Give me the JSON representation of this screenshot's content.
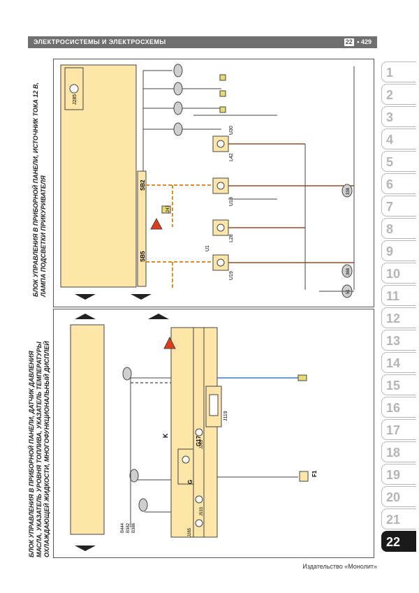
{
  "header": {
    "section_title": "ЭЛЕКТРОСИСТЕМЫ И ЭЛЕКТРОСХЕМЫ",
    "chapter": "22",
    "separator": "•",
    "page": "429"
  },
  "tabs": [
    "1",
    "2",
    "3",
    "4",
    "5",
    "6",
    "7",
    "8",
    "9",
    "10",
    "11",
    "12",
    "13",
    "14",
    "15",
    "16",
    "17",
    "18",
    "19",
    "20",
    "21",
    "22"
  ],
  "active_tab": "22",
  "diagram_top": {
    "title_line1": "БЛОК УПРАВЛЕНИЯ В ПРИБОРНОЙ ПАНЕЛИ, ИСТОЧНИК ТОКА 12 В,",
    "title_line2": "ЛАМПА ПОДСВЕТКИ ПРИКУРИВАТЕЛЯ",
    "labels": {
      "j": "J285",
      "u30": "U30",
      "l42": "L42",
      "u18": "U18",
      "l28": "L28",
      "u1": "U1",
      "u19": "U19",
      "sb2": "SB2",
      "sb5": "SB5",
      "g338": "338",
      "g368": "368",
      "g51": "51",
      "b247": "247"
    }
  },
  "diagram_bottom": {
    "title_line1": "БЛОК УПРАВЛЕНИЯ В ПРИБОРНОЙ ПАНЕЛИ, ДАТЧИК ДАВЛЕНИЯ",
    "title_line2": "МАСЛА, УКАЗАТЕЛЬ УРОВНЯ ТОПЛИВА, УКАЗАТЕЛЬ ТЕМПЕРАТУРЫ",
    "title_line3": "ОХЛАЖДАЮЩЕЙ ЖИДКОСТИ, МНОГОФУНКЦИОНАЛЬНЫЙ ДИСПЛЕЙ",
    "labels": {
      "k": "K",
      "j285a": "J285",
      "j285b": "J285",
      "j285c": "J285",
      "j119": "J119",
      "j533": "J533",
      "g": "G",
      "g17": "G17",
      "f1": "F1",
      "b444": "B444",
      "b382": "B382",
      "b386": "B386"
    }
  },
  "footer": {
    "publisher": "Издательство «Монолит»"
  }
}
